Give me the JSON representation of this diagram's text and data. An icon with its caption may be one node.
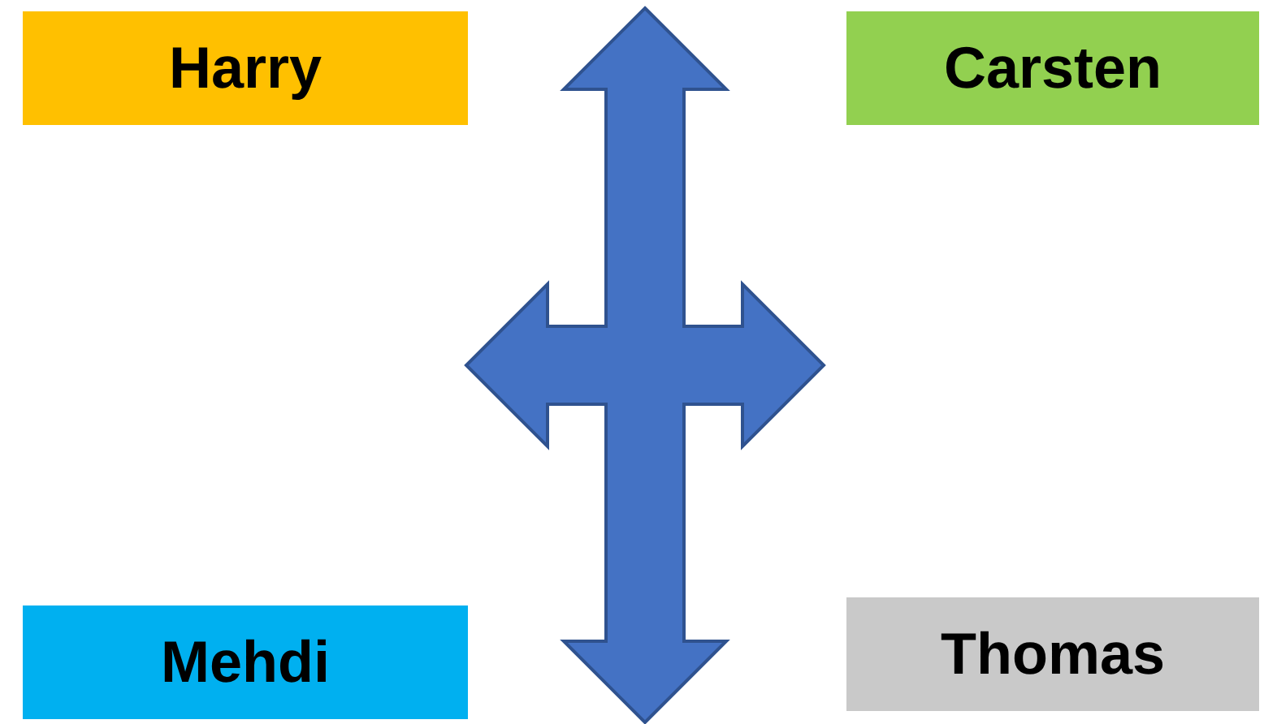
{
  "diagram": {
    "nodes": [
      {
        "text": [
          "Harry"
        ]
      },
      {
        "text": [
          "Carsten"
        ]
      },
      {
        "text": [
          "Mehdi"
        ]
      },
      {
        "text": [
          "Thomas"
        ]
      }
    ]
  }
}
